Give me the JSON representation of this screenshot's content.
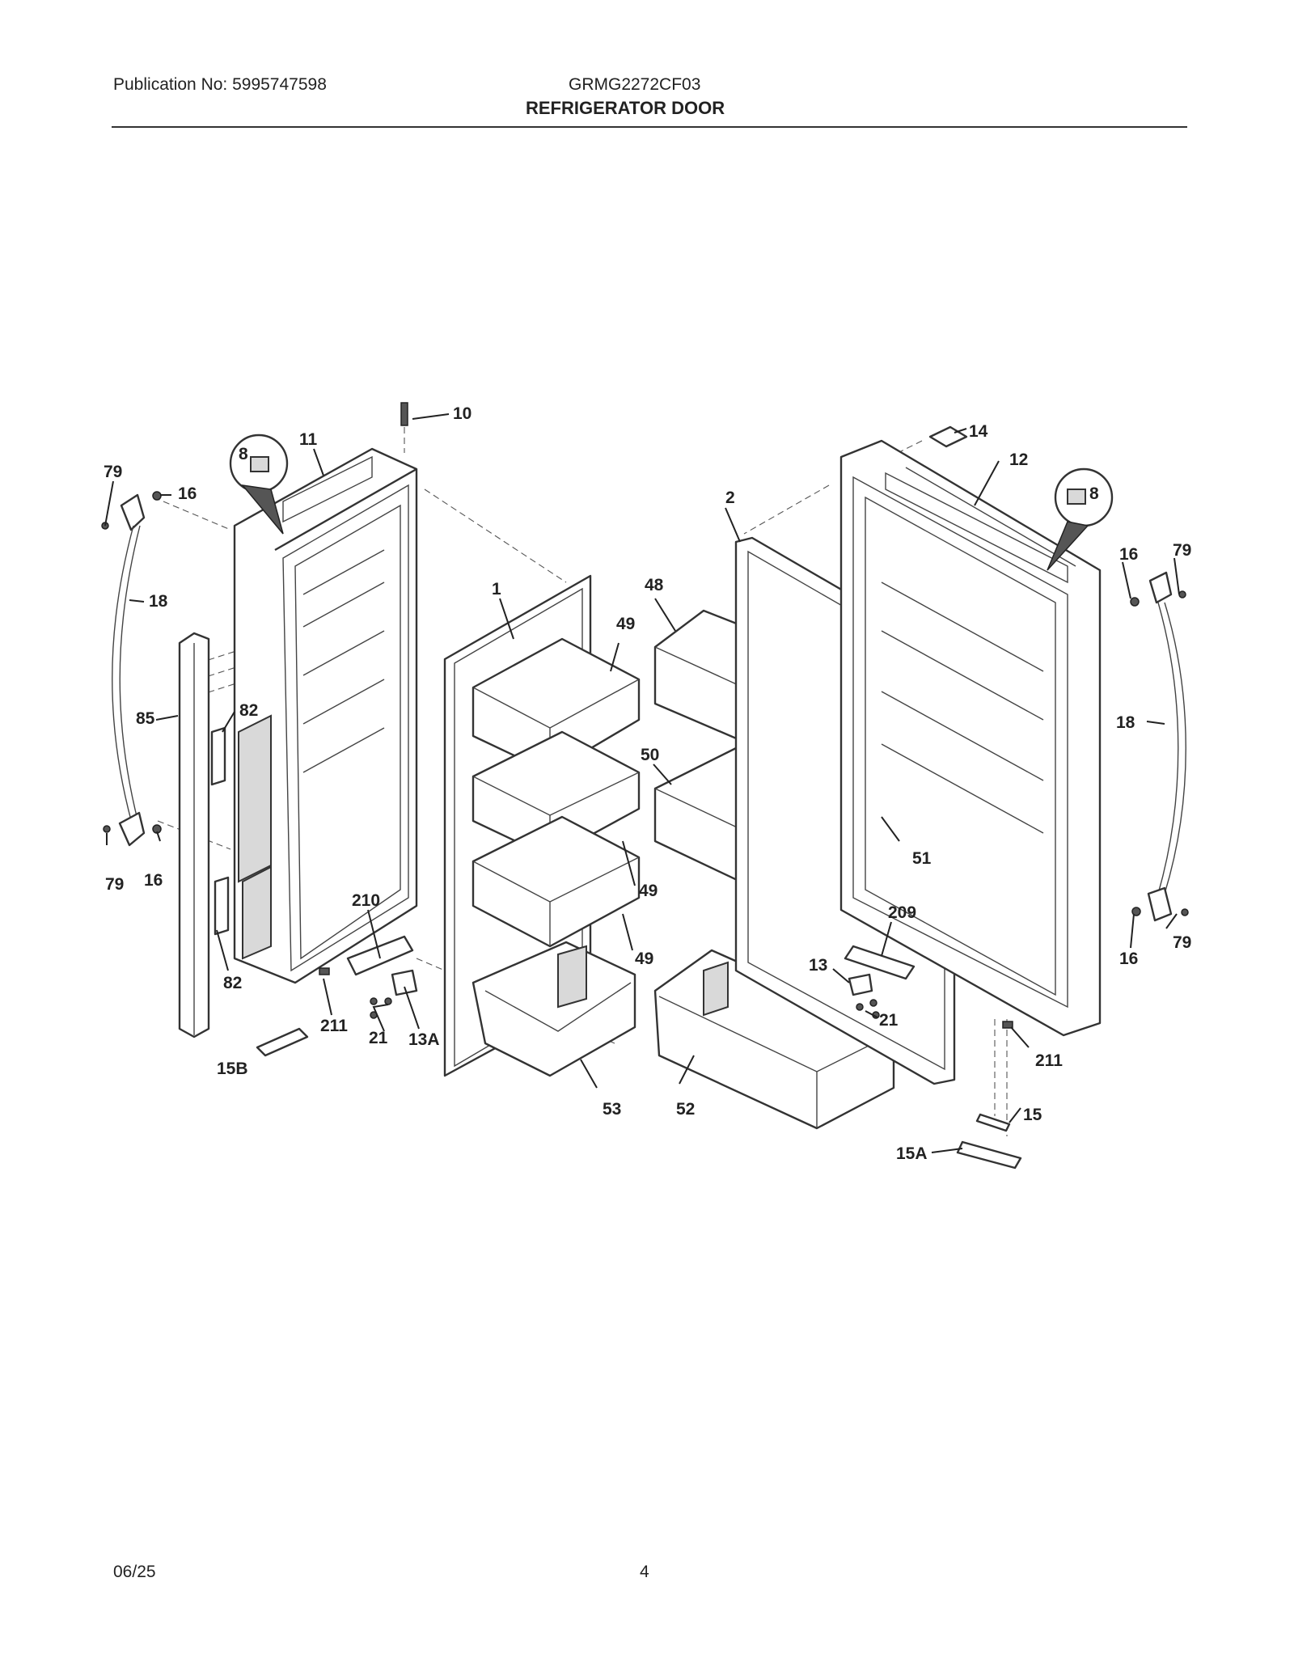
{
  "header": {
    "publication": "Publication No: 5995747598",
    "model": "GRMG2272CF03",
    "title": "REFRIGERATOR DOOR"
  },
  "footer": {
    "date": "06/25",
    "page": "4"
  },
  "callouts": {
    "c10": "10",
    "c11": "11",
    "c8a": "8",
    "c79a": "79",
    "c16a": "16",
    "c18a": "18",
    "c85": "85",
    "c82a": "82",
    "c79b": "79",
    "c16b": "16",
    "c82b": "82",
    "c210": "210",
    "c211a": "211",
    "c21a": "21",
    "c13A": "13A",
    "c15B": "15B",
    "c1": "1",
    "c49a": "49",
    "c49b": "49",
    "c49c": "49",
    "c53": "53",
    "c48": "48",
    "c50": "50",
    "c51": "51",
    "c52": "52",
    "c2": "2",
    "c14": "14",
    "c12": "12",
    "c8b": "8",
    "c16c": "16",
    "c79c": "79",
    "c18b": "18",
    "c16d": "16",
    "c79d": "79",
    "c209": "209",
    "c13": "13",
    "c21b": "21",
    "c211b": "211",
    "c15": "15",
    "c15A": "15A"
  }
}
